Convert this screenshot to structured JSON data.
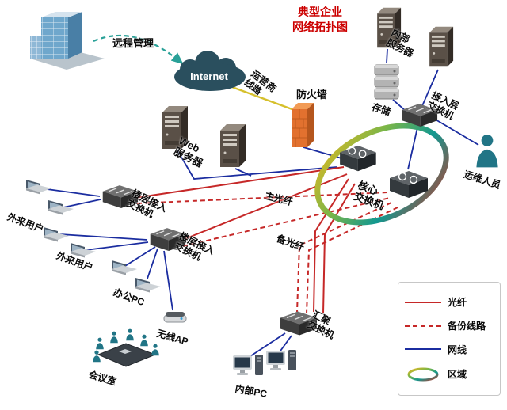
{
  "title": {
    "text": "典型企业\n网络拓扑图"
  },
  "labels": {
    "remote_mgmt": "远程管理",
    "internet": "Internet",
    "carrier_line": "运营商\n线路",
    "firewall": "防火墙",
    "web_server": "Web\n服务器",
    "internal_server": "内部\n服务器",
    "storage": "存储",
    "access_switch": "接入层\n交换机",
    "ops_staff": "运维人员",
    "core_switch": "核心\n交换机",
    "main_fiber": "主光纤",
    "backup_fiber": "备光纤",
    "floor_switch_1": "楼层接入\n交换机",
    "floor_switch_2": "楼层接入\n交换机",
    "external_users_1": "外来用户",
    "external_users_2": "外来用户",
    "office_pc": "办公PC",
    "wireless_ap": "无线AP",
    "meeting_room": "会议室",
    "agg_switch": "汇聚\n交换机",
    "internal_pc": "内部PC"
  },
  "legend": {
    "items": [
      {
        "label": "光纤",
        "style": "red-solid"
      },
      {
        "label": "备份线路",
        "style": "red-dashed"
      },
      {
        "label": "网线",
        "style": "blue-solid"
      },
      {
        "label": "区域",
        "style": "ring"
      }
    ]
  },
  "colors": {
    "fiber": "#c62828",
    "backup_line": "#c62828",
    "lan_cable": "#1b2da0",
    "carrier_line": "#d6c02c",
    "remote_link": "#2aa198",
    "title": "#cc0000",
    "zone_ring": [
      "#e8b820",
      "#7ab648",
      "#129890",
      "#c0392b"
    ]
  }
}
